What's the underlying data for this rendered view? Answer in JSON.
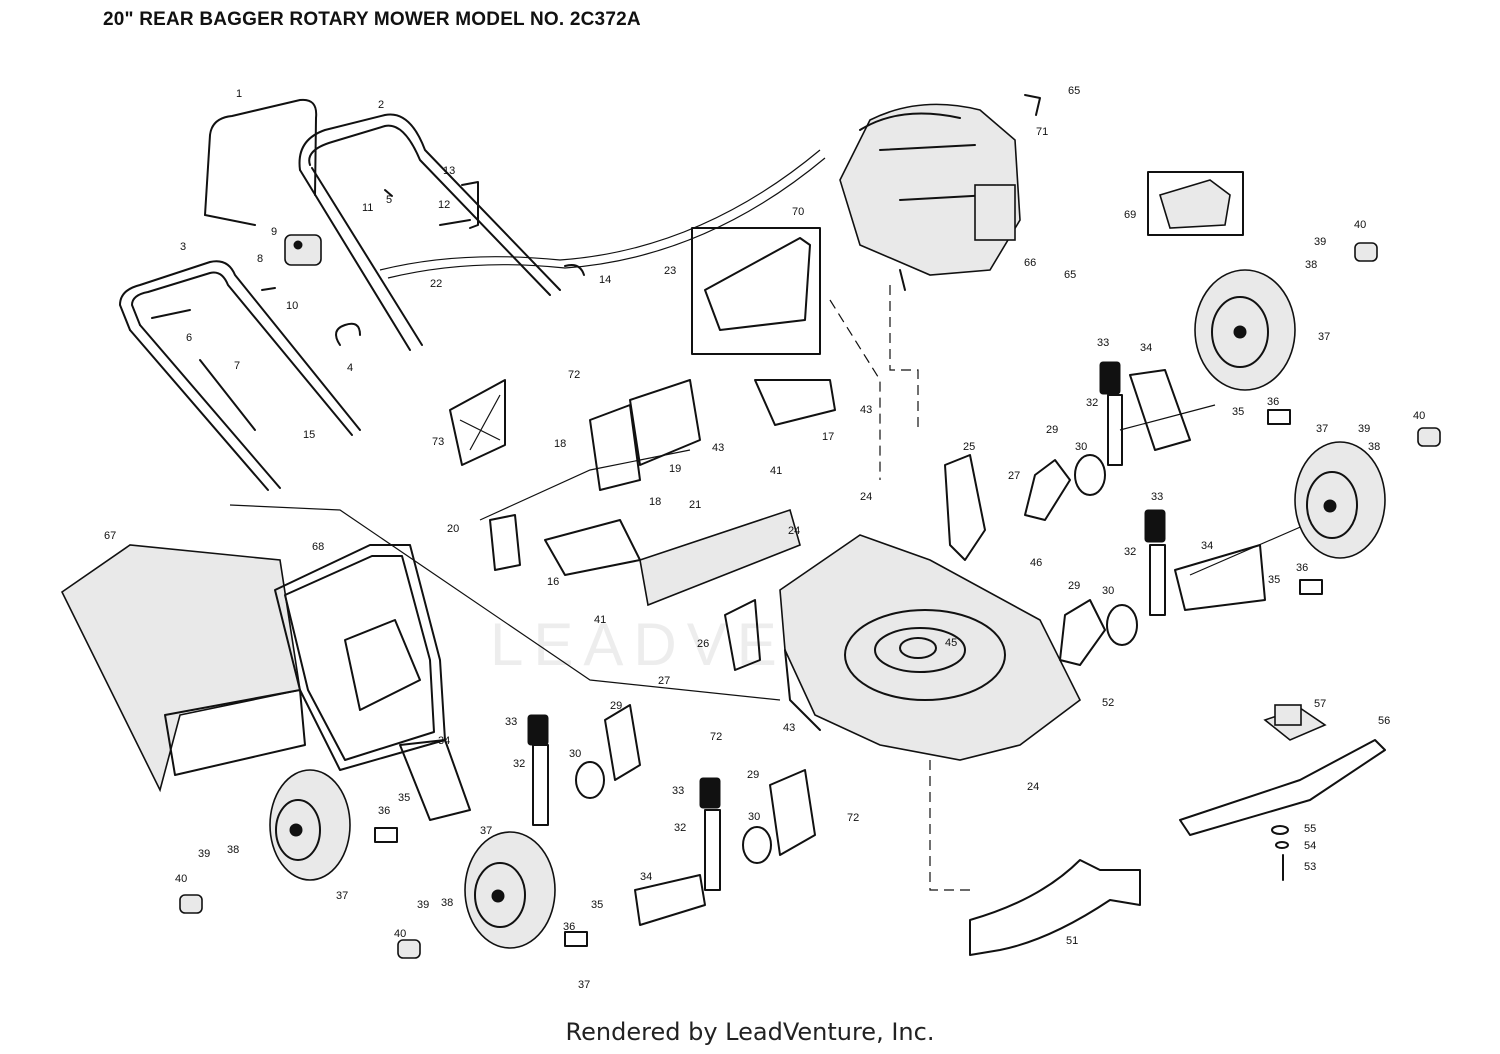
{
  "header": {
    "title": "20\" REAR BAGGER ROTARY MOWER MODEL NO. 2C372A"
  },
  "footer": {
    "credit": "Rendered by LeadVenture, Inc."
  },
  "watermark": {
    "text": "LEADVENTURE"
  },
  "callouts": [
    "1",
    "2",
    "3",
    "5",
    "8",
    "9",
    "10",
    "11",
    "12",
    "13",
    "6",
    "7",
    "4",
    "22",
    "14",
    "15",
    "23",
    "65",
    "71",
    "70",
    "66",
    "65",
    "69",
    "39",
    "40",
    "38",
    "37",
    "33",
    "34",
    "32",
    "35",
    "36",
    "39",
    "38",
    "40",
    "37",
    "72",
    "73",
    "18",
    "19",
    "43",
    "43",
    "17",
    "41",
    "18",
    "20",
    "16",
    "21",
    "41",
    "24",
    "26",
    "24",
    "25",
    "27",
    "29",
    "30",
    "46",
    "45",
    "33",
    "32",
    "34",
    "35",
    "36",
    "29",
    "30",
    "52",
    "27",
    "43",
    "72",
    "57",
    "56",
    "67",
    "68",
    "34",
    "35",
    "36",
    "37",
    "29",
    "30",
    "33",
    "32",
    "33",
    "32",
    "29",
    "30",
    "72",
    "24",
    "55",
    "54",
    "53",
    "40",
    "39",
    "38",
    "37",
    "37",
    "34",
    "35",
    "36",
    "40",
    "39",
    "38",
    "51"
  ]
}
